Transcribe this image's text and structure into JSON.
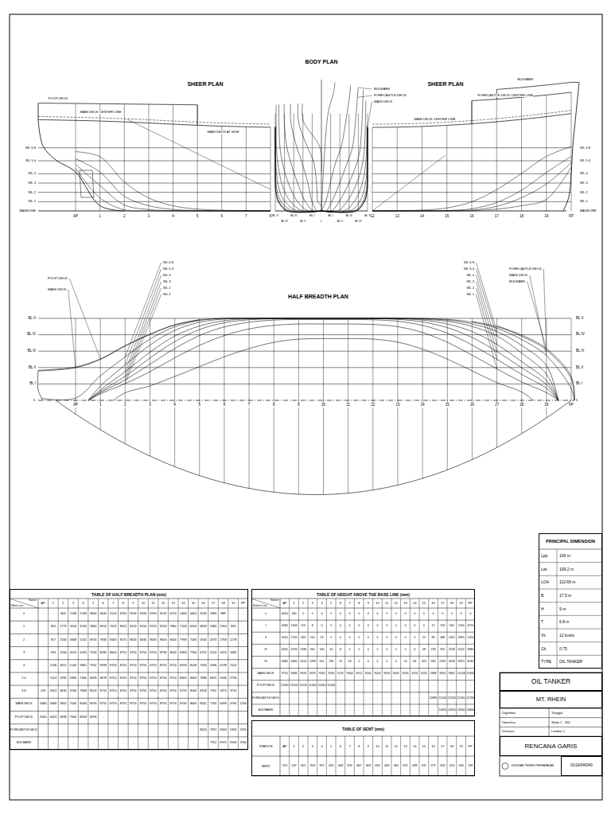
{
  "diagram": {
    "nodes": [
      {
        "text": [
          "PRINCIPAL DIMENSION"
        ]
      },
      {
        "text": [
          "TABLE OF HALF BREADTH PLAN (mm)"
        ]
      },
      {
        "text": [
          "TABLE OF HEIGHT ABOVE THE BASE LINE (mm)"
        ]
      },
      {
        "text": [
          "TABLE OF SENT (mm)"
        ]
      },
      {
        "text": [
          "OIL TANKER"
        ]
      },
      {
        "text": [
          "MT. RHEIN"
        ]
      },
      {
        "text": [
          "RENCANA GARIS"
        ]
      },
      {
        "text": [
          "01/16/040040"
        ]
      }
    ],
    "labels": [
      "SHEER PLAN",
      "WL 6.8",
      "WL 5.4",
      "WL 4",
      "WL 3",
      "WL 2",
      "WL 1",
      "BASELINE",
      "AP",
      "1",
      "2",
      "3",
      "4",
      "5",
      "6",
      "7",
      "8",
      "POOP DECK",
      "MAIN DECK CENTER LINE",
      "MAIN DECK AT SIDE",
      "BODY PLAN",
      "BL V",
      "BL IV",
      "BL III",
      "BL II",
      "BL I",
      "℄",
      "BL I",
      "BL II",
      "BL III",
      "BL IV",
      "BL V",
      "BULWARK",
      "FORECASTLE DECK",
      "MAIN DECK",
      "SHEER PLAN",
      "12",
      "13",
      "14",
      "15",
      "16",
      "17",
      "18",
      "19",
      "FP",
      "WL 6.8",
      "WL 5.4",
      "WL 4",
      "WL 3",
      "WL 2",
      "WL 1",
      "BASELINE",
      "BULWARK",
      "FORECASTLE DECK CENTER LINE",
      "MAIN DECK CENTER LINE",
      "HALF BREADTH PLAN",
      "BL V",
      "BL IV",
      "BL III",
      "BL II",
      "BL I",
      "℄",
      "BL V",
      "BL IV",
      "BL III",
      "BL II",
      "BL I",
      "℄",
      "AP",
      "1",
      "2",
      "3",
      "4",
      "5",
      "6",
      "7",
      "8",
      "9",
      "10",
      "11",
      "12",
      "13",
      "14",
      "15",
      "16",
      "17",
      "18",
      "19",
      "FP",
      "POOP DECK",
      "MAIN DECK",
      "WL 6.8",
      "WL 5.4",
      "WL 4",
      "WL 3",
      "WL 2",
      "WL 1",
      "WL 6.8",
      "WL 5.4",
      "WL 4",
      "WL 3",
      "WL 2",
      "WL 1",
      "FORECASTLE DECK",
      "MAIN DECK",
      "BULWARK",
      "Station",
      "Water Line",
      "AP",
      "1",
      "2",
      "3",
      "4",
      "5",
      "6",
      "7",
      "8",
      "9",
      "10",
      "11",
      "12",
      "13",
      "14",
      "15",
      "16",
      "17",
      "18",
      "19",
      "FP",
      "0",
      "-",
      "-",
      "804",
      "1536",
      "2548",
      "3600",
      "4644",
      "5526",
      "6190",
      "6530",
      "6590",
      "6590",
      "6542",
      "6210",
      "5466",
      "4400",
      "3146",
      "1890",
      "889",
      "-",
      "-",
      "1",
      "-",
      "690",
      "1779",
      "3054",
      "4536",
      "5860",
      "6910",
      "7620",
      "8010",
      "8150",
      "8150",
      "8150",
      "8100",
      "7860",
      "7244",
      "6204",
      "4828",
      "3360",
      "1964",
      "826",
      "-",
      "2",
      "-",
      "817",
      "2184",
      "3848",
      "5532",
      "6916",
      "7836",
      "8340",
      "8570",
      "8630",
      "8630",
      "8630",
      "8600",
      "8440",
      "7998",
      "7166",
      "5906",
      "4374",
      "2768",
      "1278",
      "-",
      "3",
      "-",
      "934",
      "2564",
      "4510",
      "6266",
      "7556",
      "8280",
      "8600",
      "8710",
      "8750",
      "8750",
      "8750",
      "8730",
      "8640",
      "8366",
      "7760",
      "6702",
      "5214",
      "3470",
      "1682",
      "-",
      "4",
      "-",
      "1108",
      "3052",
      "5140",
      "6862",
      "7942",
      "8498",
      "8706",
      "8750",
      "8750",
      "8750",
      "8750",
      "8750",
      "8720",
      "8566",
      "8148",
      "7344",
      "5966",
      "4138",
      "2102",
      "-",
      "5.4",
      "-",
      "1524",
      "3782",
      "5896",
      "7466",
      "8328",
      "8678",
      "8750",
      "8750",
      "8750",
      "8750",
      "8750",
      "8750",
      "8750",
      "8660",
      "8434",
      "7888",
      "6870",
      "5036",
      "2794",
      "-",
      "6.8",
      "245",
      "2614",
      "4630",
      "6530",
      "7848",
      "8520",
      "8750",
      "8750",
      "8750",
      "8750",
      "8750",
      "8750",
      "8750",
      "8750",
      "8720",
      "8566",
      "8158",
      "7352",
      "5870",
      "3710",
      "-",
      "MAIN DECK",
      "3480",
      "4368",
      "5802",
      "7040",
      "8046",
      "8590",
      "8750",
      "8750",
      "8750",
      "8750",
      "8750",
      "8750",
      "8750",
      "8750",
      "8740",
      "8640",
      "8342",
      "7700",
      "6498",
      "4760",
      "1260",
      "POOP DECK",
      "3560",
      "4420",
      "5838",
      "7060",
      "8058",
      "8596",
      "-",
      "-",
      "-",
      "-",
      "-",
      "-",
      "-",
      "-",
      "-",
      "-",
      "-",
      "-",
      "-",
      "-",
      "-",
      "FORECASTLE DECK",
      "-",
      "-",
      "-",
      "-",
      "-",
      "-",
      "-",
      "-",
      "-",
      "-",
      "-",
      "-",
      "-",
      "-",
      "-",
      "-",
      "8424",
      "7872",
      "6834",
      "5362",
      "2320",
      "BULWARK",
      "-",
      "-",
      "-",
      "-",
      "-",
      "-",
      "-",
      "-",
      "-",
      "-",
      "-",
      "-",
      "-",
      "-",
      "-",
      "-",
      "-",
      "7952",
      "6970",
      "5530",
      "2560",
      "Station",
      "Buttock Line",
      "AP",
      "1",
      "2",
      "3",
      "4",
      "5",
      "6",
      "7",
      "8",
      "9",
      "10",
      "11",
      "12",
      "13",
      "14",
      "15",
      "16",
      "17",
      "18",
      "19",
      "FP",
      "℄",
      "4200",
      "560",
      "0",
      "0",
      "0",
      "0",
      "0",
      "0",
      "0",
      "0",
      "0",
      "0",
      "0",
      "0",
      "0",
      "0",
      "0",
      "0",
      "0",
      "0",
      "0",
      "I",
      "4580",
      "1406",
      "116",
      "8",
      "0",
      "0",
      "0",
      "0",
      "0",
      "0",
      "0",
      "0",
      "0",
      "0",
      "0",
      "0",
      "12",
      "194",
      "560",
      "1240",
      "4710",
      "II",
      "5020",
      "2740",
      "640",
      "150",
      "24",
      "0",
      "0",
      "0",
      "0",
      "0",
      "0",
      "0",
      "0",
      "0",
      "0",
      "10",
      "88",
      "486",
      "1422",
      "2890",
      "5200",
      "III",
      "5630",
      "4196",
      "1586",
      "560",
      "160",
      "42",
      "8",
      "0",
      "0",
      "0",
      "0",
      "0",
      "0",
      "0",
      "6",
      "48",
      "228",
      "902",
      "2228",
      "4142",
      "5880",
      "IV",
      "6380",
      "5840",
      "3124",
      "1398",
      "552",
      "196",
      "70",
      "18",
      "0",
      "0",
      "0",
      "0",
      "0",
      "14",
      "84",
      "324",
      "982",
      "2290",
      "4034",
      "5870",
      "6940",
      "MAIN DECK",
      "9750",
      "9686",
      "9592",
      "9476",
      "9344",
      "9230",
      "9132",
      "9064",
      "9012",
      "9000",
      "9000",
      "9000",
      "9000",
      "9030",
      "9100",
      "9220",
      "9388",
      "9600",
      "9862",
      "10158",
      "10490",
      "POOP DECK",
      "11580",
      "11550",
      "11520",
      "11490",
      "11460",
      "11430",
      "-",
      "-",
      "-",
      "-",
      "-",
      "-",
      "-",
      "-",
      "-",
      "-",
      "-",
      "-",
      "-",
      "-",
      "-",
      "FORECASTLE DECK",
      "-",
      "-",
      "-",
      "-",
      "-",
      "-",
      "-",
      "-",
      "-",
      "-",
      "-",
      "-",
      "-",
      "-",
      "-",
      "-",
      "11880",
      "12040",
      "12240",
      "12490",
      "12780",
      "BULWARK",
      "-",
      "-",
      "-",
      "-",
      "-",
      "-",
      "-",
      "-",
      "-",
      "-",
      "-",
      "-",
      "-",
      "-",
      "-",
      "-",
      "-",
      "13090",
      "13300",
      "13560",
      "13860",
      "STATION",
      "AP",
      "1",
      "2",
      "3",
      "4",
      "5",
      "6",
      "7",
      "8",
      "9",
      "10",
      "11",
      "12",
      "13",
      "14",
      "15",
      "16",
      "17",
      "18",
      "19",
      "FP",
      "SENT",
      "153",
      "247",
      "302",
      "356",
      "397",
      "426",
      "448",
      "459",
      "462",
      "463",
      "463",
      "463",
      "460",
      "452",
      "438",
      "411",
      "371",
      "318",
      "254",
      "184",
      "118",
      "Lpp",
      "106 m",
      "Lwl",
      "109.2 m",
      "LOA",
      "112.66 m",
      "B",
      "17.5 m",
      "H",
      "9 m",
      "T",
      "6.8 m",
      "Vs",
      "12 knots",
      "Cb",
      "0.75",
      "TYPE",
      "OIL TANKER",
      "Digambar",
      "Tanggal",
      "Diperiksa",
      "Skala 1 : 300",
      "Disetujui",
      "Lembar 1",
      "JURUSAN TEKNIK PERKAPALAN"
    ]
  }
}
